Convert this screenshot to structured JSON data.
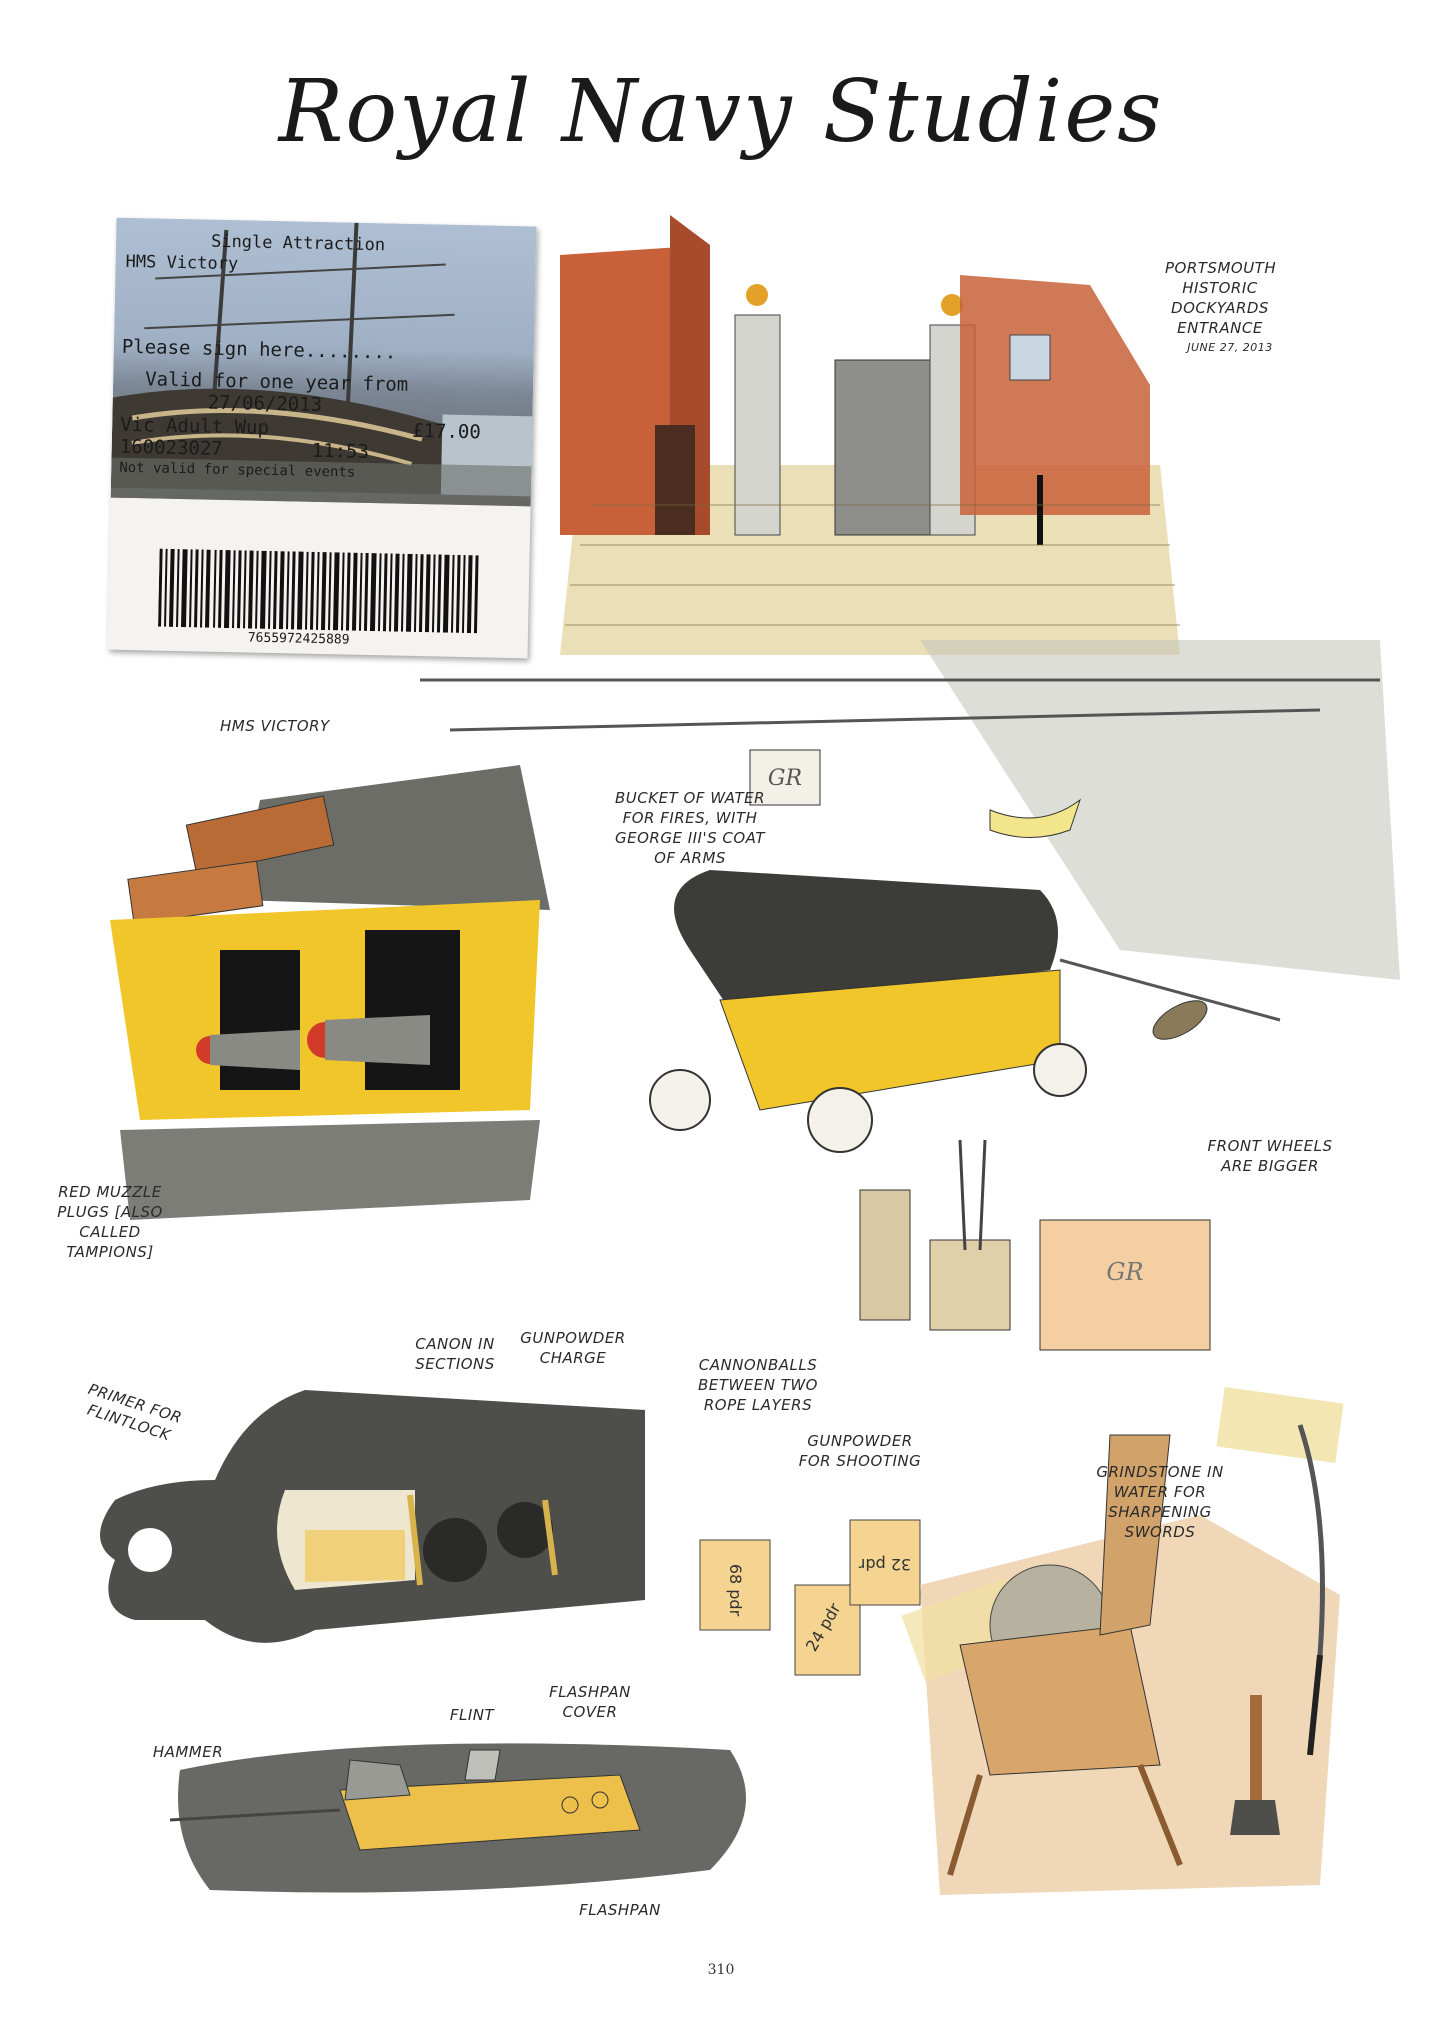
{
  "title": "Royal Navy Studies",
  "ticket": {
    "line1": "Single Attraction",
    "line2": "HMS Victory",
    "sign": "Please sign here........",
    "valid1": "Valid for one year from",
    "valid2": "27/06/2013",
    "product": "Vic Adult Wup",
    "price": "£17.00",
    "number": "160023027",
    "time": "11:53",
    "notice": "Not valid for special events",
    "barcode": "7655972425889"
  },
  "labels": {
    "portsmouth": "PORTSMOUTH HISTORIC DOCKYARDS ENTRANCE",
    "date": "JUNE 27, 2013",
    "hms_victory": "HMS VICTORY",
    "bucket": "BUCKET OF WATER FOR FIRES, WITH GEORGE III'S COAT OF ARMS",
    "front_wheels": "FRONT WHEELS ARE BIGGER",
    "muzzle": "RED MUZZLE PLUGS [ALSO CALLED TAMPIONS]",
    "canon_sections": "CANON IN SECTIONS",
    "gunpowder_charge": "GUNPOWDER CHARGE",
    "cannonballs": "CANNONBALLS BETWEEN TWO ROPE LAYERS",
    "primer": "PRIMER FOR FLINTLOCK",
    "gunpowder_shooting": "GUNPOWDER FOR SHOOTING",
    "grindstone": "GRINDSTONE IN WATER FOR SHARPENING SWORDS",
    "hammer": "HAMMER",
    "flint": "FLINT",
    "flashpan_cover": "FLASHPAN COVER",
    "flashpan": "FLASHPAN",
    "gr": "GR",
    "pdr68": "68 pdr",
    "pdr24": "24 pdr",
    "pdr32": "32 pdr"
  },
  "page_number": "310",
  "colors": {
    "brick": "#c8613a",
    "yellow": "#f0c62a",
    "gray_wash": "#8d8d86",
    "dark_gray": "#3f3f3c",
    "parchment": "#e9c9a0"
  }
}
